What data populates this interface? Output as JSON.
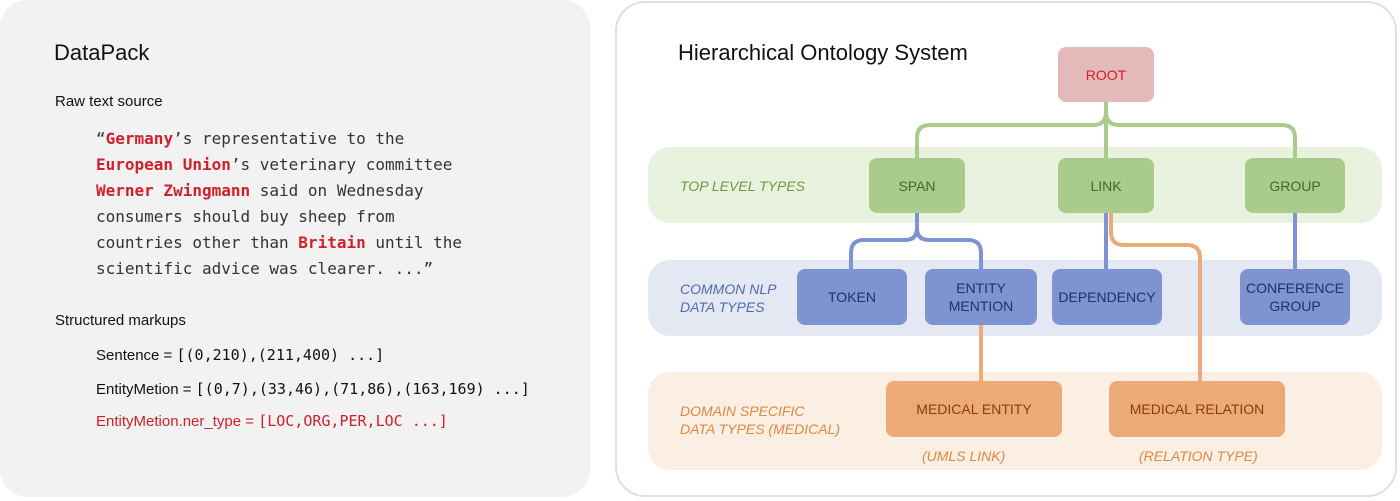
{
  "datapack": {
    "title": "DataPack",
    "raw_heading": "Raw text source",
    "raw_lines": [
      [
        {
          "t": "“",
          "h": false
        },
        {
          "t": "Germany",
          "h": true
        },
        {
          "t": "’s representative to the",
          "h": false
        }
      ],
      [
        {
          "t": "European Union",
          "h": true
        },
        {
          "t": "’s veterinary committee",
          "h": false
        }
      ],
      [
        {
          "t": "Werner Zwingmann",
          "h": true
        },
        {
          "t": " said on Wednesday",
          "h": false
        }
      ],
      [
        {
          "t": "consumers should buy sheep from",
          "h": false
        }
      ],
      [
        {
          "t": "countries other than ",
          "h": false
        },
        {
          "t": "Britain",
          "h": true
        },
        {
          "t": " until the",
          "h": false
        }
      ],
      [
        {
          "t": "scientific advice was clearer. ...”",
          "h": false
        }
      ]
    ],
    "markup_heading": "Structured markups",
    "markups": [
      {
        "label": "Sentence = ",
        "value": "[(0,210),(211,400) ...]",
        "red": false
      },
      {
        "label": "EntityMetion = ",
        "value": "[(0,7),(33,46),(71,86),(163,169) ...]",
        "red": false
      },
      {
        "label": "EntityMetion.ner_type = ",
        "value": "[LOC,ORG,PER,LOC ...]",
        "red": true
      }
    ]
  },
  "ontology": {
    "title": "Hierarchical Ontology System",
    "root": "ROOT",
    "bands": {
      "top": "TOP LEVEL TYPES",
      "nlp_1": "COMMON NLP",
      "nlp_2": "DATA TYPES",
      "domain_1": "DOMAIN  SPECIFIC",
      "domain_2": "DATA TYPES (MEDICAL)"
    },
    "top_nodes": {
      "span": "SPAN",
      "link": "LINK",
      "group": "GROUP"
    },
    "nlp_nodes": {
      "token": "TOKEN",
      "entity_1": "ENTITY",
      "entity_2": "MENTION",
      "dependency": "DEPENDENCY",
      "conf_1": "CONFERENCE",
      "conf_2": "GROUP"
    },
    "domain_nodes": {
      "medical_entity": "MEDICAL ENTITY",
      "medical_relation": "MEDICAL RELATION",
      "entity_sub": "(UMLS LINK)",
      "relation_sub": "(RELATION TYPE)"
    },
    "colors": {
      "green": "#a9cc8c",
      "blue": "#7e93cf",
      "orange": "#ecaa78",
      "red": "#d0202a"
    }
  }
}
